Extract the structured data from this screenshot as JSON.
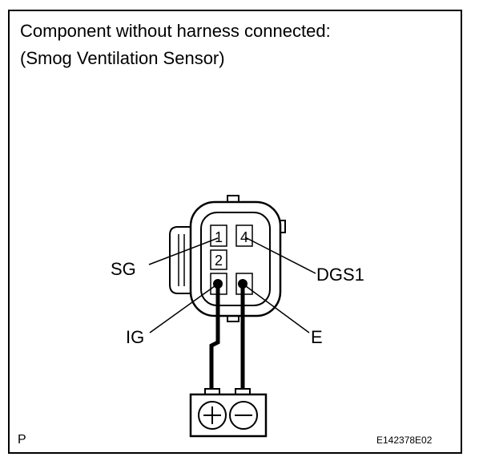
{
  "title": {
    "line1": "Component without harness connected:",
    "line2": "(Smog Ventilation Sensor)"
  },
  "pins": {
    "pin1": "1",
    "pin2": "2",
    "pin4": "4"
  },
  "labels": {
    "sg": "SG",
    "dgs1": "DGS1",
    "ig": "IG",
    "e": "E"
  },
  "battery": {
    "positive_symbol": "+",
    "negative_symbol": "−"
  },
  "footer": {
    "corner_mark": "P",
    "figure_code": "E142378E02"
  }
}
